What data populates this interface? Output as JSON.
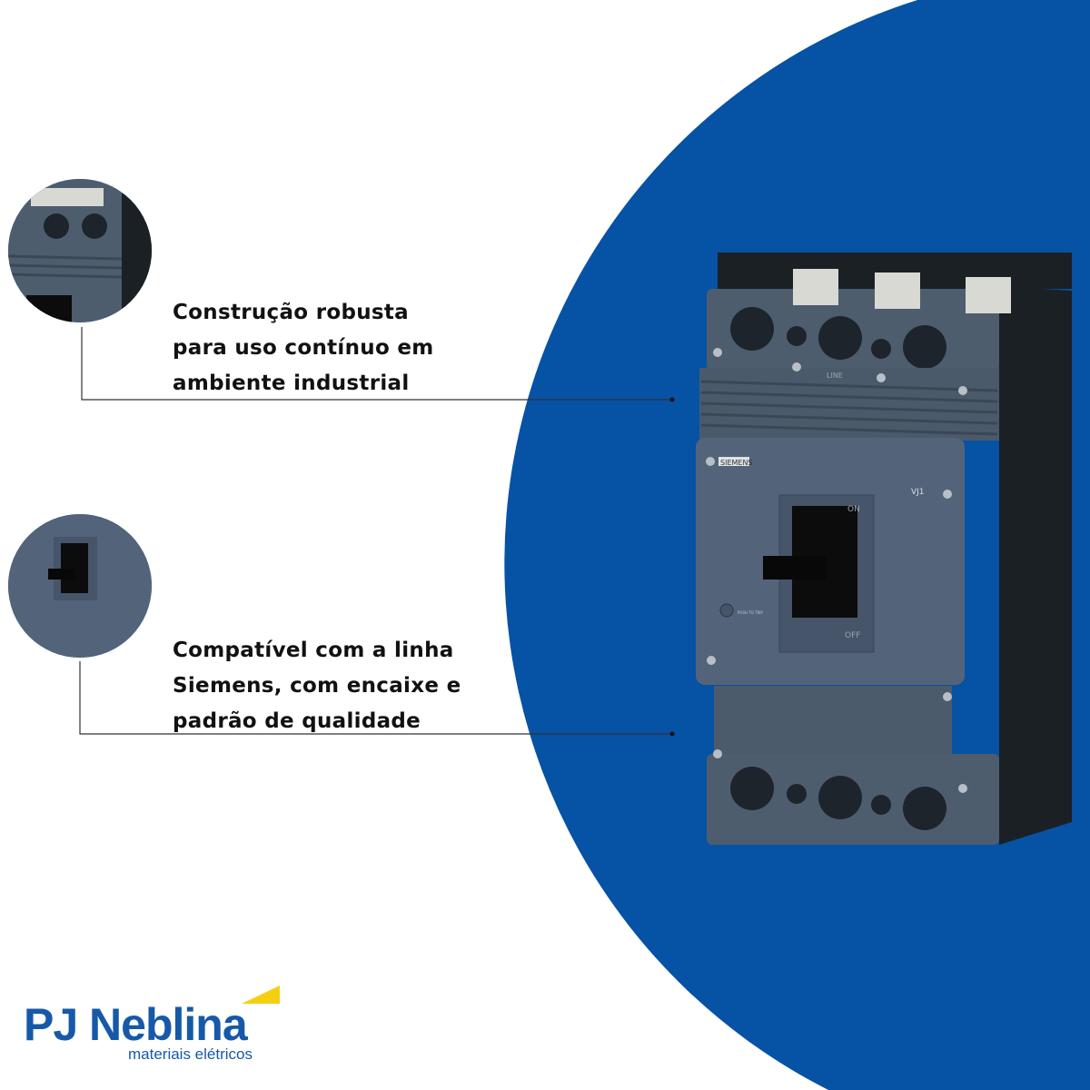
{
  "callouts": [
    {
      "lines": [
        "Construção robusta",
        "para uso contínuo em",
        "ambiente industrial"
      ]
    },
    {
      "lines": [
        "Compatível com a linha",
        "Siemens, com encaixe e",
        "padrão de qualidade"
      ]
    }
  ],
  "product": {
    "brand_label": "SIEMENS",
    "model_label": "VJ1",
    "on_label": "ON",
    "off_label": "OFF",
    "line_label": "LINE",
    "push_label": "PUSH TO TRIP"
  },
  "logo": {
    "name": "PJ Neblina",
    "tagline": "materiais elétricos"
  },
  "colors": {
    "accent_blue": "#0652a5",
    "breaker_gray": "#4b5b6b",
    "logo_yellow": "#f6cf12"
  }
}
